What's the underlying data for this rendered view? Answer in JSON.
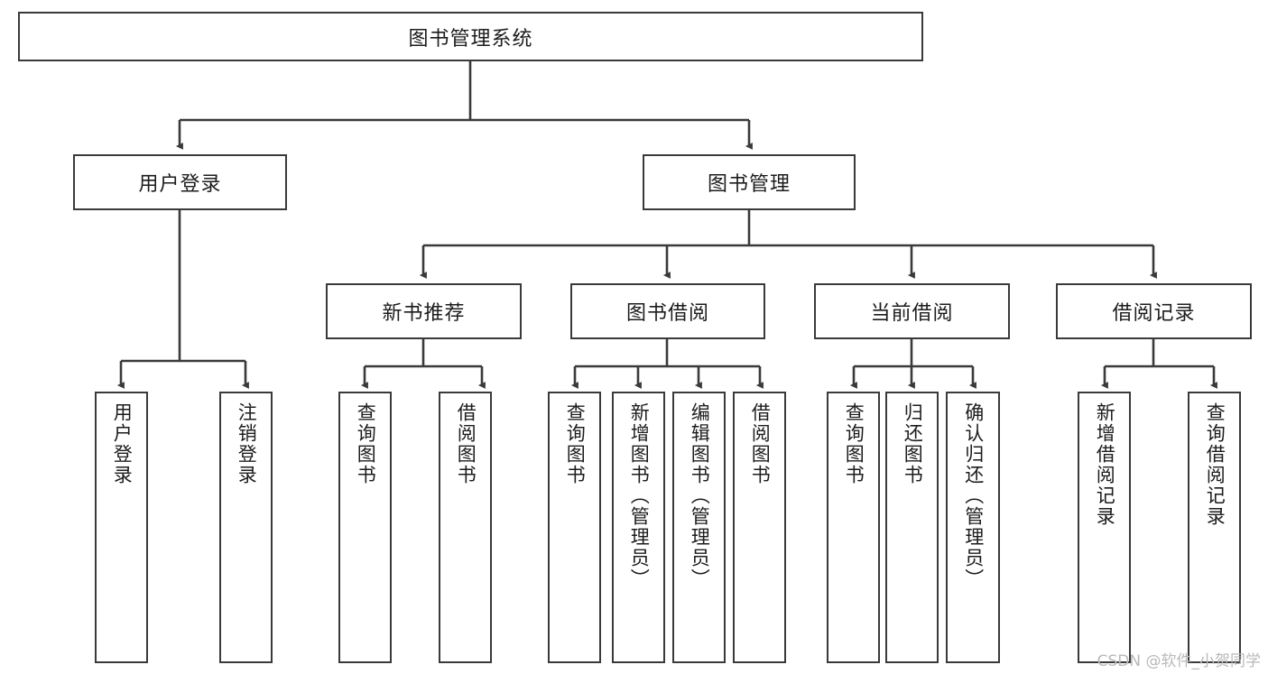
{
  "diagram": {
    "title": "图书管理系统",
    "watermark": "CSDN @软件_小贺同学",
    "colors": {
      "box_border": "#3a3a3a",
      "box_fill": "#ffffff",
      "edge": "#3a3a3a",
      "text": "#1c1c1c",
      "watermark": "#b9b9b9",
      "background": "#ffffff"
    },
    "root": {
      "id": "root",
      "label": "图书管理系统"
    },
    "level2": [
      {
        "id": "user-login",
        "label": "用户登录"
      },
      {
        "id": "book-manage",
        "label": "图书管理"
      }
    ],
    "level3": [
      {
        "id": "new-book-recommend",
        "label": "新书推荐",
        "parent": "book-manage"
      },
      {
        "id": "book-borrow",
        "label": "图书借阅",
        "parent": "book-manage"
      },
      {
        "id": "current-borrow",
        "label": "当前借阅",
        "parent": "book-manage"
      },
      {
        "id": "borrow-record",
        "label": "借阅记录",
        "parent": "book-manage"
      }
    ],
    "leaves": {
      "user_login": [
        {
          "id": "leaf-user-login",
          "label": "用户登录"
        },
        {
          "id": "leaf-user-logout",
          "label": "注销登录"
        }
      ],
      "new_book_recommend": [
        {
          "id": "leaf-query-book-1",
          "label": "查询图书"
        },
        {
          "id": "leaf-borrow-book-1",
          "label": "借阅图书"
        }
      ],
      "book_borrow": [
        {
          "id": "leaf-query-book-2",
          "label": "查询图书"
        },
        {
          "id": "leaf-add-book",
          "label": "新增图书（管理员）"
        },
        {
          "id": "leaf-edit-book",
          "label": "编辑图书（管理员）"
        },
        {
          "id": "leaf-borrow-book-2",
          "label": "借阅图书"
        }
      ],
      "current_borrow": [
        {
          "id": "leaf-query-book-3",
          "label": "查询图书"
        },
        {
          "id": "leaf-return-book",
          "label": "归还图书"
        },
        {
          "id": "leaf-confirm-return",
          "label": "确认归还（管理员）"
        }
      ],
      "borrow_record": [
        {
          "id": "leaf-add-record",
          "label": "新增借阅记录"
        },
        {
          "id": "leaf-query-record",
          "label": "查询借阅记录"
        }
      ]
    }
  }
}
